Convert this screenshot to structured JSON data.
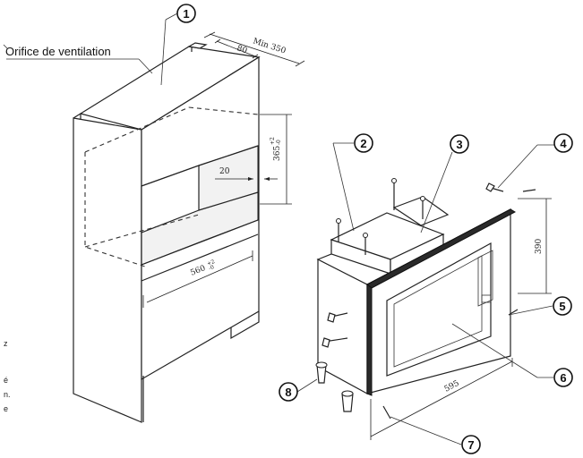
{
  "labels": {
    "vent": "Orifice de ventilation"
  },
  "dimensions": {
    "min350": "Min 350",
    "d80": "80",
    "d20": "20",
    "d365": "365",
    "d365_sup": "+2",
    "d365_sub": "-0",
    "d560": "560",
    "d560_sup": "+2",
    "d560_sub": "-0",
    "d390": "390",
    "d595": "595"
  },
  "callouts": {
    "c1": "1",
    "c2": "2",
    "c3": "3",
    "c4": "4",
    "c5": "5",
    "c6": "6",
    "c7": "7",
    "c8": "8"
  },
  "left_fragments": {
    "f1": "z",
    "f2": "é",
    "f3": "n.",
    "f4": "e"
  }
}
